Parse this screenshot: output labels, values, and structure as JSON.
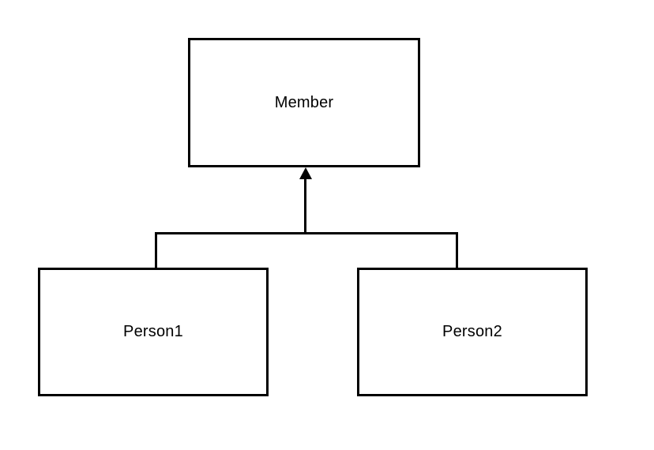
{
  "diagram": {
    "type": "hierarchy",
    "background_color": "#ffffff",
    "line_color": "#000000",
    "text_color": "#000000",
    "nodes": [
      {
        "id": "member",
        "label": "Member",
        "shape": "rectangle"
      },
      {
        "id": "person1",
        "label": "Person1",
        "shape": "rectangle"
      },
      {
        "id": "person2",
        "label": "Person2",
        "shape": "rectangle"
      }
    ],
    "edges": [
      {
        "from": "person1",
        "to": "member",
        "style": "orthogonal",
        "arrowhead": "filled-triangle-up"
      },
      {
        "from": "person2",
        "to": "member",
        "style": "orthogonal",
        "arrowhead": "filled-triangle-up"
      }
    ]
  }
}
